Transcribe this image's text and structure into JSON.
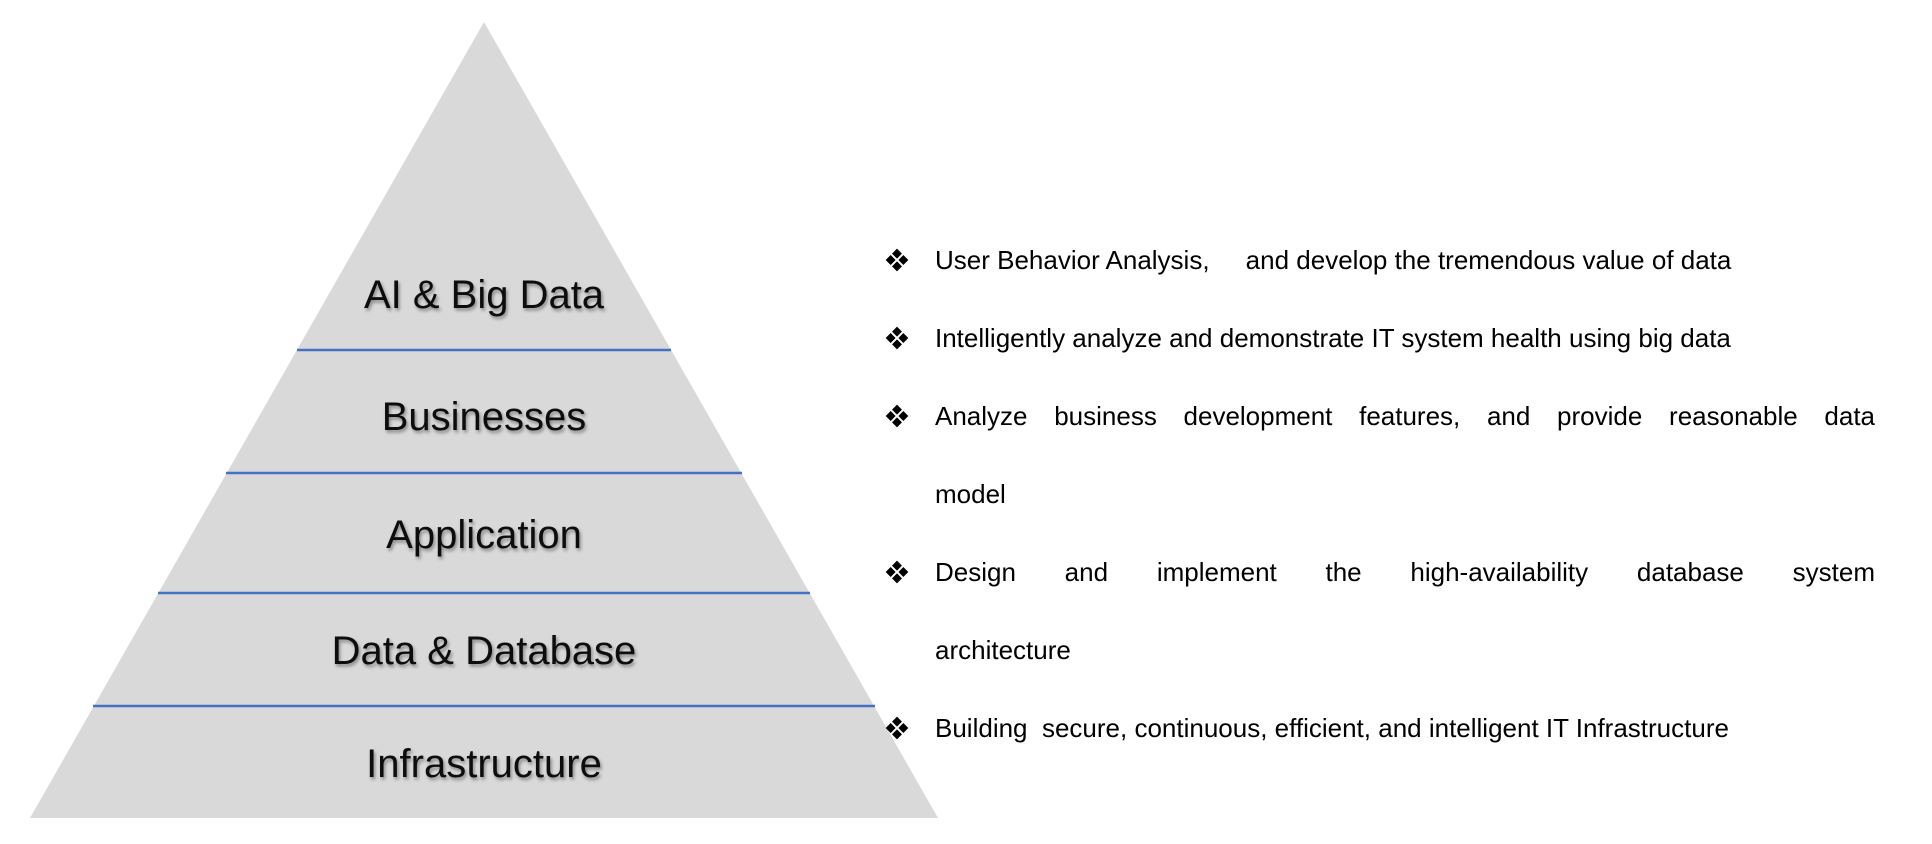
{
  "slide": {
    "background_color": "#FFFFFF"
  },
  "pyramid": {
    "fill_color": "#D9D9D9",
    "divider_color": "#4472C4",
    "label_color": "#0D0D0D",
    "layers": [
      {
        "label": "AI & Big Data"
      },
      {
        "label": "Businesses"
      },
      {
        "label": "Application"
      },
      {
        "label": "Data & Database"
      },
      {
        "label": "Infrastructure"
      }
    ]
  },
  "bullets": {
    "marker": "four-diamond-icon",
    "marker_color": "#000000",
    "items": [
      {
        "lines": [
          "User Behavior Analysis,     and develop the tremendous value of data"
        ]
      },
      {
        "lines": [
          "Intelligently analyze and demonstrate IT system health using big data"
        ]
      },
      {
        "lines": [
          "Analyze business development features, and provide reasonable data",
          "model"
        ]
      },
      {
        "lines": [
          "Design and implement the high-availability database system",
          "architecture"
        ]
      },
      {
        "lines": [
          "Building  secure, continuous, efficient, and intelligent IT Infrastructure"
        ]
      }
    ]
  }
}
